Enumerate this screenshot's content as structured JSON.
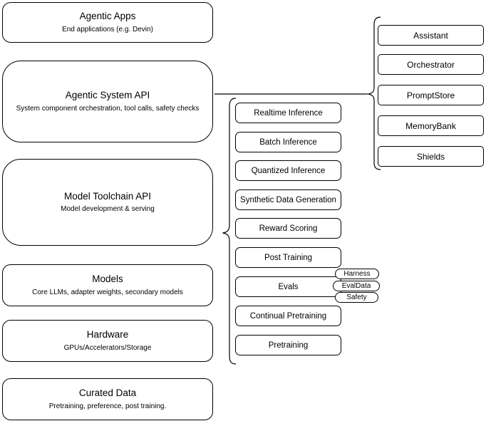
{
  "colors": {
    "stroke": "#000000",
    "fill": "#ffffff",
    "background": "#ffffff",
    "text": "#000000"
  },
  "left_stack": [
    {
      "title": "Agentic Apps",
      "subtitle": "End applications (e.g. Devin)"
    },
    {
      "title": "Agentic System API",
      "subtitle": "System component orchestration, tool calls, safety checks"
    },
    {
      "title": "Model Toolchain API",
      "subtitle": "Model development & serving"
    },
    {
      "title": "Models",
      "subtitle": "Core LLMs, adapter weights, secondary models"
    },
    {
      "title": "Hardware",
      "subtitle": "GPUs/Accelerators/Storage"
    },
    {
      "title": "Curated Data",
      "subtitle": "Pretraining, preference, post training."
    }
  ],
  "toolchain_services": [
    "Realtime Inference",
    "Batch Inference",
    "Quantized Inference",
    "Synthetic Data Generation",
    "Reward Scoring",
    "Post Training",
    "Evals",
    "Continual Pretraining",
    "Pretraining"
  ],
  "eval_tags": [
    "Harness",
    "EvalData",
    "Safety"
  ],
  "system_components": [
    "Assistant",
    "Orchestrator",
    "PromptStore",
    "MemoryBank",
    "Shields"
  ]
}
